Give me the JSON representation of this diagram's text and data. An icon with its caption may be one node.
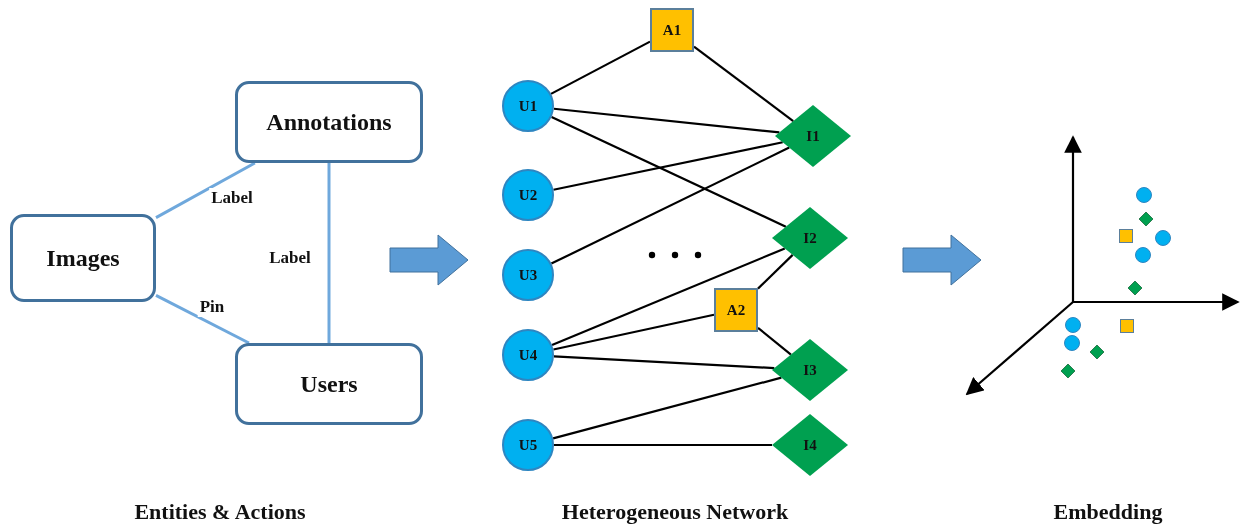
{
  "diagram": {
    "nodes": [
      {
        "text": [
          "Images"
        ]
      },
      {
        "text": [
          "Annotations"
        ]
      },
      {
        "text": [
          "Users"
        ]
      },
      {
        "text": [
          "A1"
        ]
      },
      {
        "text": [
          "U1"
        ]
      },
      {
        "text": [
          "I1"
        ]
      },
      {
        "text": [
          "U2"
        ]
      },
      {
        "text": [
          "U3"
        ]
      },
      {
        "text": [
          "I2"
        ]
      },
      {
        "text": [
          "A2"
        ]
      },
      {
        "text": [
          "U4"
        ]
      },
      {
        "text": [
          "I3"
        ]
      },
      {
        "text": [
          "U5"
        ]
      },
      {
        "text": [
          "I4"
        ]
      }
    ],
    "edges": [
      {
        "from": 0,
        "to": 1,
        "arrow": "none",
        "label": "Label",
        "color": "#6fa8dc"
      },
      {
        "from": 0,
        "to": 2,
        "arrow": "none",
        "label": "Pin",
        "color": "#6fa8dc"
      },
      {
        "from": 1,
        "to": 2,
        "arrow": "none",
        "label": "Label",
        "color": "#6fa8dc"
      },
      {
        "from": 4,
        "to": 3,
        "arrow": "none"
      },
      {
        "from": 3,
        "to": 5,
        "arrow": "none"
      },
      {
        "from": 4,
        "to": 5,
        "arrow": "none"
      },
      {
        "from": 4,
        "to": 8,
        "arrow": "none"
      },
      {
        "from": 6,
        "to": 5,
        "arrow": "none"
      },
      {
        "from": 7,
        "to": 5,
        "arrow": "none"
      },
      {
        "from": 10,
        "to": 8,
        "arrow": "none"
      },
      {
        "from": 10,
        "to": 9,
        "arrow": "none"
      },
      {
        "from": 9,
        "to": 8,
        "arrow": "none"
      },
      {
        "from": 9,
        "to": 11,
        "arrow": "none"
      },
      {
        "from": 10,
        "to": 11,
        "arrow": "none"
      },
      {
        "from": 12,
        "to": 11,
        "arrow": "none"
      },
      {
        "from": 12,
        "to": 13,
        "arrow": "none"
      }
    ],
    "labels": [
      "Entities & Actions",
      "Heterogeneous Network",
      "Embedding"
    ]
  }
}
